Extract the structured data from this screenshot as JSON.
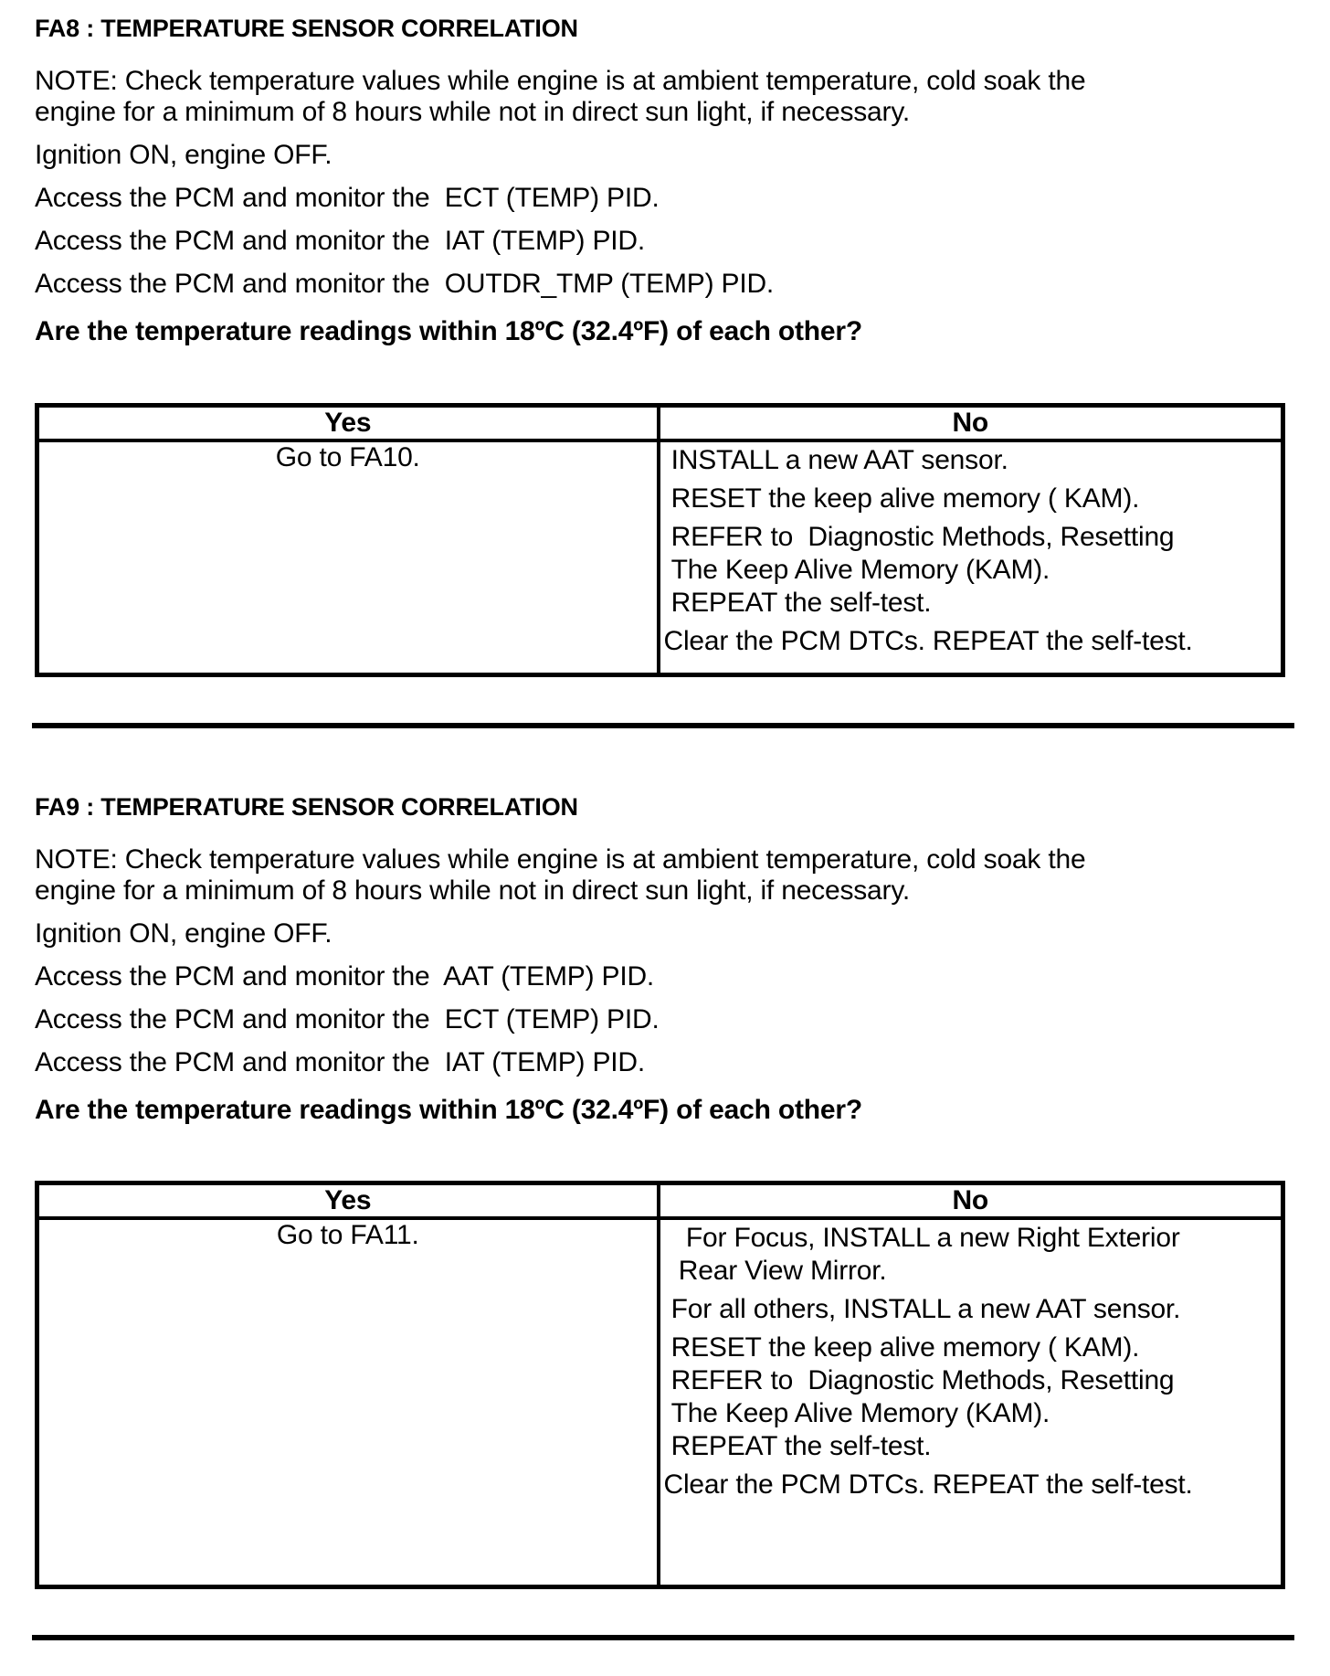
{
  "colors": {
    "text": "#000000",
    "background": "#ffffff",
    "rule": "#000000"
  },
  "sections": [
    {
      "title": "FA8 : TEMPERATURE SENSOR CORRELATION",
      "note": "NOTE: Check temperature values while engine is at ambient temperature, cold soak the\nengine for a minimum of 8 hours while not in direct sun light, if necessary.",
      "steps": [
        "Ignition ON, engine OFF.",
        "Access the PCM and monitor the  ECT (TEMP) PID.",
        "Access the PCM and monitor the  IAT (TEMP) PID.",
        "Access the PCM and monitor the  OUTDR_TMP (TEMP) PID."
      ],
      "question": "Are the temperature readings within 18ºC (32.4ºF) of each other?",
      "table": {
        "yes_header": "Yes",
        "no_header": "No",
        "yes_action": "Go to FA10.",
        "no_actions": [
          " INSTALL a new AAT sensor.",
          " RESET the keep alive memory ( KAM).",
          " REFER to  Diagnostic Methods, Resetting\n The Keep Alive Memory (KAM).\n REPEAT the self-test.",
          "Clear the PCM DTCs. REPEAT the self-test."
        ]
      }
    },
    {
      "title": "FA9 : TEMPERATURE SENSOR CORRELATION",
      "note": "NOTE: Check temperature values while engine is at ambient temperature, cold soak the\nengine for a minimum of 8 hours while not in direct sun light, if necessary.",
      "steps": [
        "Ignition ON, engine OFF.",
        "Access the PCM and monitor the  AAT (TEMP) PID.",
        "Access the PCM and monitor the  ECT (TEMP) PID.",
        "Access the PCM and monitor the  IAT (TEMP) PID."
      ],
      "question": "Are the temperature readings within 18ºC (32.4ºF) of each other?",
      "table": {
        "yes_header": "Yes",
        "no_header": "No",
        "yes_action": "Go to FA11.",
        "no_actions": [
          "   For Focus, INSTALL a new Right Exterior\n  Rear View Mirror.",
          " For all others, INSTALL a new AAT sensor.",
          " RESET the keep alive memory ( KAM).\n REFER to  Diagnostic Methods, Resetting\n The Keep Alive Memory (KAM).\n REPEAT the self-test.",
          "Clear the PCM DTCs. REPEAT the self-test."
        ]
      }
    }
  ]
}
